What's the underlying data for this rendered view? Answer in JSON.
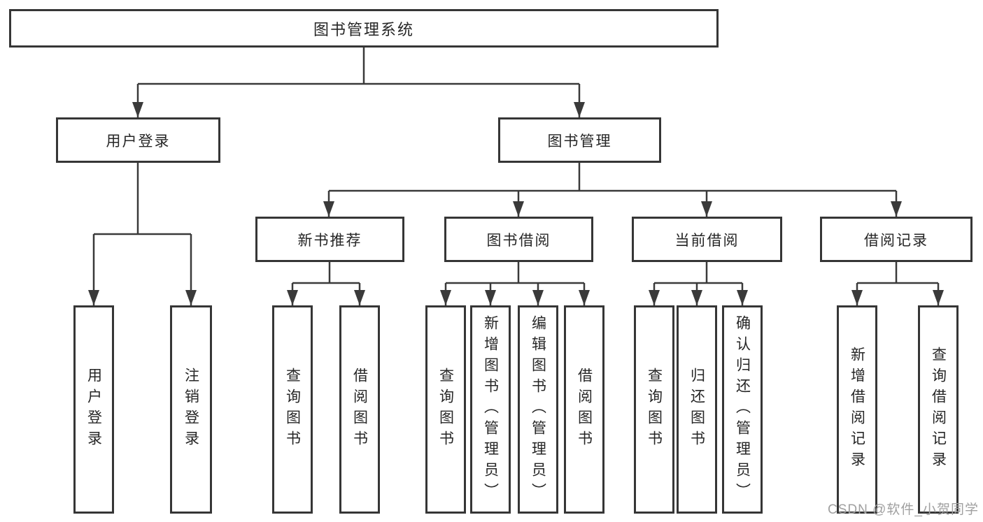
{
  "diagram": {
    "tree": {
      "label": "图书管理系统",
      "children": [
        {
          "label": "用户登录",
          "children": [
            {
              "label": "用户登录"
            },
            {
              "label": "注销登录"
            }
          ]
        },
        {
          "label": "图书管理",
          "children": [
            {
              "label": "新书推荐",
              "children": [
                {
                  "label": "查询图书"
                },
                {
                  "label": "借阅图书"
                }
              ]
            },
            {
              "label": "图书借阅",
              "children": [
                {
                  "label": "查询图书"
                },
                {
                  "label": "新增图书（管理员）"
                },
                {
                  "label": "编辑图书（管理员）"
                },
                {
                  "label": "借阅图书"
                }
              ]
            },
            {
              "label": "当前借阅",
              "children": [
                {
                  "label": "查询图书"
                },
                {
                  "label": "归还图书"
                },
                {
                  "label": "确认归还（管理员）"
                }
              ]
            },
            {
              "label": "借阅记录",
              "children": [
                {
                  "label": "新增借阅记录"
                },
                {
                  "label": "查询借阅记录"
                }
              ]
            }
          ]
        }
      ]
    },
    "watermark": {
      "text": "CSDN @软件_小贺同学"
    },
    "colors": {
      "line": "#3a3a3a",
      "border": "#363636",
      "text": "#262626",
      "watermark": "#a0a0a0",
      "background": "#ffffff"
    }
  }
}
